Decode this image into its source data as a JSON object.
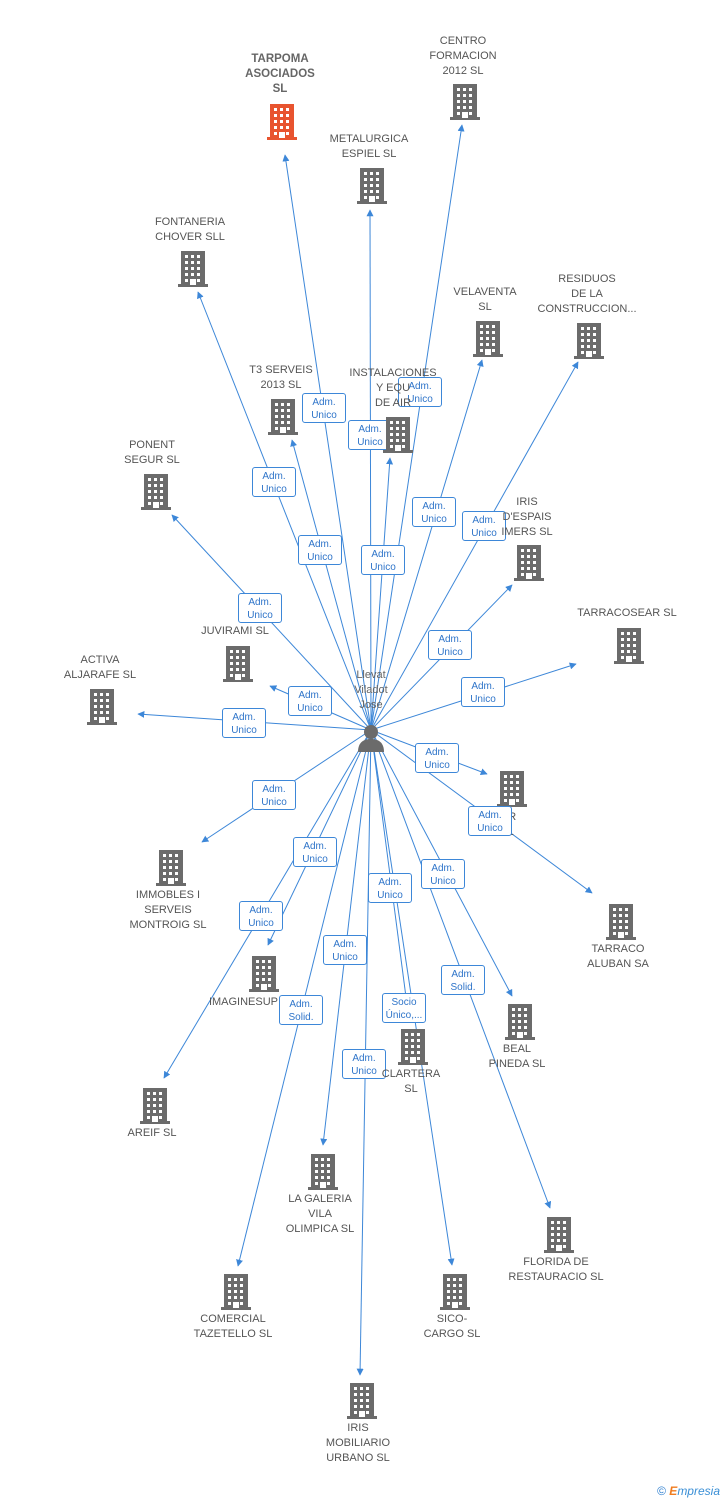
{
  "center": {
    "name": "Llevat\nViladot\nJose"
  },
  "colors": {
    "edge": "#3d87d8",
    "building": "#6b6b6b",
    "highlight": "#e8542f"
  },
  "companies": [
    {
      "id": "tarpoma",
      "name": "TARPOMA\nASOCIADOS\nSL",
      "highlight": true,
      "role": "Adm.\nUnico"
    },
    {
      "id": "centro",
      "name": "CENTRO\nFORMACION\n2012 SL",
      "role": "Adm.\nUnico"
    },
    {
      "id": "metalurgica",
      "name": "METALURGICA\nESPIEL SL",
      "role": "Adm.\nUnico"
    },
    {
      "id": "fontaneria",
      "name": "FONTANERIA\nCHOVER SLL",
      "role": "Adm.\nUnico"
    },
    {
      "id": "velaventa",
      "name": "VELAVENTA\nSL",
      "role": "Adm.\nUnico"
    },
    {
      "id": "residuos",
      "name": "RESIDUOS\nDE LA\nCONSTRUCCION...",
      "role": "Adm.\nUnico"
    },
    {
      "id": "t3",
      "name": "T3 SERVEIS\n2013  SL",
      "role": "Adm.\nUnico"
    },
    {
      "id": "instalaciones",
      "name": "INSTALACIONES\nY EQU\nDE AIR",
      "role": "Adm.\nUnico"
    },
    {
      "id": "ponent",
      "name": "PONENT\nSEGUR SL",
      "role": "Adm.\nUnico"
    },
    {
      "id": "iris_espais",
      "name": "IRIS\nD'ESPAIS\nIMERS SL",
      "role": "Adm.\nUnico"
    },
    {
      "id": "tarracosear",
      "name": "TARRACOSEAR SL",
      "role": "Adm.\nUnico"
    },
    {
      "id": "juvirami",
      "name": "JUVIRAMI SL",
      "role": "Adm.\nUnico"
    },
    {
      "id": "activa",
      "name": "ACTIVA\nALJARAFE SL",
      "role": "Adm.\nUnico"
    },
    {
      "id": "iar",
      "name": "IAR\nSL",
      "role": "Adm.\nUnico"
    },
    {
      "id": "tarraco_aluban",
      "name": "TARRACO\nALUBAN SA",
      "role": "Adm.\nUnico"
    },
    {
      "id": "immobles",
      "name": "IMMOBLES I\nSERVEIS\nMONTROIG SL",
      "role": "Adm.\nUnico"
    },
    {
      "id": "imaginesup",
      "name": "IMAGINESUPI",
      "role": "Adm.\nUnico"
    },
    {
      "id": "areif",
      "name": "AREIF SL",
      "role": "Adm.\nUnico"
    },
    {
      "id": "galeria",
      "name": "LA GALERIA\nVILA\nOLIMPICA  SL",
      "role": "Adm.\nUnico"
    },
    {
      "id": "comercial",
      "name": "COMERCIAL\nTAZETELLO  SL",
      "role": "Adm.\nSolid."
    },
    {
      "id": "iris_mob",
      "name": "IRIS\nMOBILIARIO\nURBANO SL",
      "role": "Adm.\nUnico"
    },
    {
      "id": "clartera",
      "name": "CLARTERA\nSL",
      "role": "Socio\nÚnico,..."
    },
    {
      "id": "sico",
      "name": "SICO-\nCARGO  SL",
      "role": "Adm.\nSolid."
    },
    {
      "id": "beal",
      "name": "BEAL\nPINEDA  SL",
      "role": "Adm.\nUnico"
    },
    {
      "id": "florida",
      "name": "FLORIDA DE\nRESTAURACIO SL",
      "role": "Adm.\nUnico"
    }
  ],
  "footer": {
    "copyright": "©",
    "brand_initial": "E",
    "brand_rest": "mpresia"
  }
}
